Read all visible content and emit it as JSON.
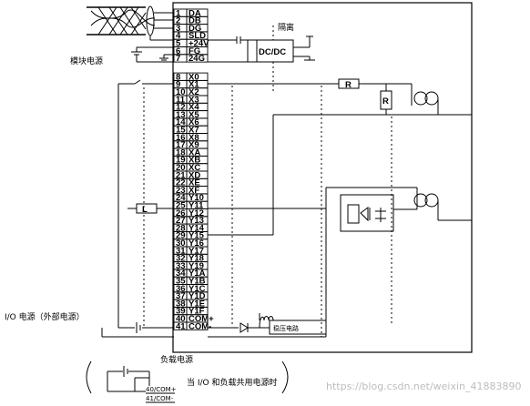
{
  "terminals": [
    {
      "num": "1",
      "name": "DA"
    },
    {
      "num": "2",
      "name": "DB"
    },
    {
      "num": "3",
      "name": "DG"
    },
    {
      "num": "4",
      "name": "SLD"
    },
    {
      "num": "5",
      "name": "+24V"
    },
    {
      "num": "6",
      "name": "FG"
    },
    {
      "num": "7",
      "name": "24G"
    },
    {
      "num": "8",
      "name": "X0"
    },
    {
      "num": "9",
      "name": "X1"
    },
    {
      "num": "10",
      "name": "X2"
    },
    {
      "num": "11",
      "name": "X3"
    },
    {
      "num": "12",
      "name": "X4"
    },
    {
      "num": "13",
      "name": "X5"
    },
    {
      "num": "14",
      "name": "X6"
    },
    {
      "num": "15",
      "name": "X7"
    },
    {
      "num": "16",
      "name": "X8"
    },
    {
      "num": "17",
      "name": "X9"
    },
    {
      "num": "18",
      "name": "XA"
    },
    {
      "num": "19",
      "name": "XB"
    },
    {
      "num": "20",
      "name": "XC"
    },
    {
      "num": "21",
      "name": "XD"
    },
    {
      "num": "22",
      "name": "XE"
    },
    {
      "num": "23",
      "name": "XF"
    },
    {
      "num": "24",
      "name": "Y10"
    },
    {
      "num": "25",
      "name": "Y11"
    },
    {
      "num": "26",
      "name": "Y12"
    },
    {
      "num": "27",
      "name": "Y13"
    },
    {
      "num": "28",
      "name": "Y14"
    },
    {
      "num": "29",
      "name": "Y15"
    },
    {
      "num": "30",
      "name": "Y16"
    },
    {
      "num": "31",
      "name": "Y17"
    },
    {
      "num": "32",
      "name": "Y18"
    },
    {
      "num": "33",
      "name": "Y19"
    },
    {
      "num": "34",
      "name": "Y1A"
    },
    {
      "num": "35",
      "name": "Y1B"
    },
    {
      "num": "36",
      "name": "Y1C"
    },
    {
      "num": "37",
      "name": "Y1D"
    },
    {
      "num": "38",
      "name": "Y1E"
    },
    {
      "num": "39",
      "name": "Y1F"
    },
    {
      "num": "40",
      "name": "COM+"
    },
    {
      "num": "41",
      "name": "COM-"
    }
  ],
  "labels": {
    "isolation": "隔离",
    "dcdc": "DC/DC",
    "module_power": "模块电源",
    "io_power": "I/O 电源（外部电源）",
    "load_power": "负载电源",
    "shared_note": "当 I/O 和负载共用电源时",
    "resistor_r": "R",
    "load_l": "L",
    "regulator": "稳压电路",
    "inset_com_plus": "40/COM+",
    "inset_com_minus": "41/COM-"
  },
  "watermark": "https://blog.csdn.net/weixin_41883890"
}
